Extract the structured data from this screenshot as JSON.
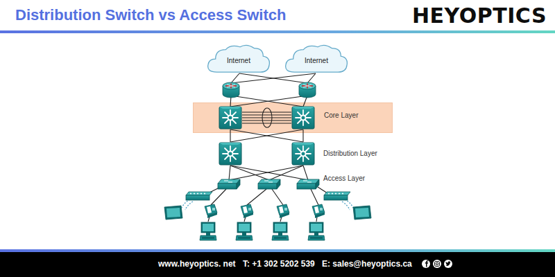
{
  "diagram": {
    "title": "Distribution Switch vs Access Switch",
    "nodes": [
      {
        "text": [
          "Internet"
        ]
      },
      {
        "text": [
          "Internet"
        ]
      },
      {
        "text": [
          "Core Layer"
        ]
      }
    ],
    "labels": [
      "HEYOPTICS",
      "Distribution Layer",
      "Access Layer",
      "www.heyoptics. net",
      "T: +1 302 5202 539",
      "E: sales@heyoptics.ca"
    ]
  }
}
